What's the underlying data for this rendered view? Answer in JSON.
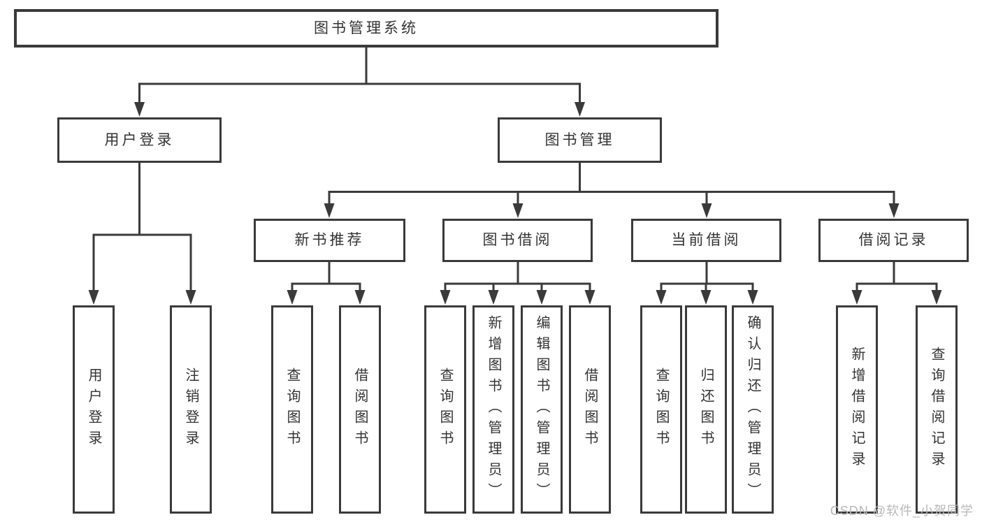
{
  "tree": {
    "label": "图书管理系统",
    "children": [
      {
        "label": "用户登录",
        "children": [
          {
            "label": "用户登录"
          },
          {
            "label": "注销登录"
          }
        ]
      },
      {
        "label": "图书管理",
        "children": [
          {
            "label": "新书推荐",
            "children": [
              {
                "label": "查询图书"
              },
              {
                "label": "借阅图书"
              }
            ]
          },
          {
            "label": "图书借阅",
            "children": [
              {
                "label": "查询图书"
              },
              {
                "label": "新增图书（管理员）"
              },
              {
                "label": "编辑图书（管理员）"
              },
              {
                "label": "借阅图书"
              }
            ]
          },
          {
            "label": "当前借阅",
            "children": [
              {
                "label": "查询图书"
              },
              {
                "label": "归还图书"
              },
              {
                "label": "确认归还（管理员）"
              }
            ]
          },
          {
            "label": "借阅记录",
            "children": [
              {
                "label": "新增借阅记录"
              },
              {
                "label": "查询借阅记录"
              }
            ]
          }
        ]
      }
    ]
  },
  "watermark": "CSDN @软件_小贺同学",
  "colors": {
    "line": "#3a3a3a",
    "text": "#333333",
    "box_background": "#ffffff",
    "watermark": "#b8b8b8",
    "page_background": "#ffffff"
  }
}
